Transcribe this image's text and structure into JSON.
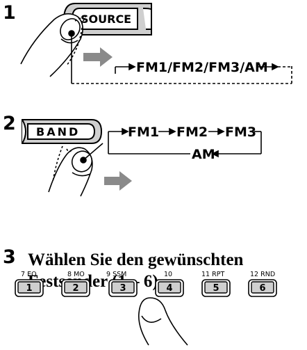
{
  "steps": {
    "step1": {
      "number": "1",
      "button_label": "SOURCE",
      "sequence": "FM1/FM2/FM3/AM"
    },
    "step2": {
      "number": "2",
      "button_label": "BAND",
      "sequence": [
        "FM1",
        "FM2",
        "FM3",
        "AM"
      ]
    },
    "step3": {
      "number": "3",
      "instruction_line1": "Wählen Sie den gewünschten",
      "instruction_line2": "Festsender (1 – 6)."
    }
  },
  "presets": [
    {
      "label": "7 EQ",
      "key": "1"
    },
    {
      "label": "8 MO",
      "key": "2"
    },
    {
      "label": "9 SSM",
      "key": "3"
    },
    {
      "label": "10",
      "key": "4"
    },
    {
      "label": "11 RPT",
      "key": "5"
    },
    {
      "label": "12 RND",
      "key": "6"
    }
  ],
  "colors": {
    "ink": "#000000",
    "button_fill": "#cfcfcf",
    "arrow_gray": "#8a8a8a"
  },
  "icons": [
    "finger-press-icon",
    "press-arrow-icon"
  ]
}
